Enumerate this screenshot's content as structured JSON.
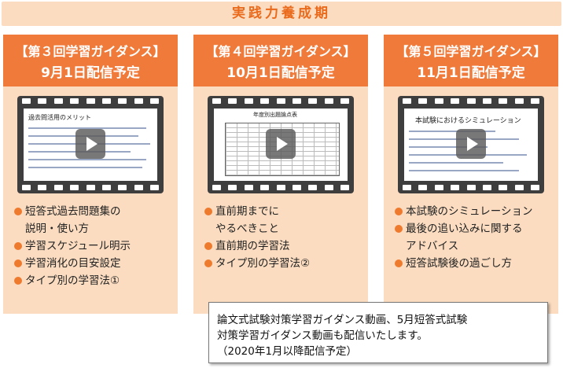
{
  "phase_title": "実践力養成期",
  "colors": {
    "accent": "#f07a3a",
    "panel": "#fbdcc0",
    "bullet": "#ee7a2e",
    "film": "#3e3e3e"
  },
  "columns": [
    {
      "heading": "【第３回学習ガイダンス】",
      "date": "9月1日配信予定",
      "slide_title": "過去問活用のメリット",
      "play_icon": "play-icon",
      "items": [
        "短答式過去問題集の",
        "説明・使い方",
        "学習スケジュール明示",
        "学習消化の目安設定",
        "タイプ別の学習法①"
      ],
      "bullets": [
        true,
        false,
        true,
        true,
        true
      ]
    },
    {
      "heading": "【第４回学習ガイダンス】",
      "date": "10月1日配信予定",
      "slide_title": "年度別出題論点表",
      "play_icon": "play-icon",
      "items": [
        "直前期までに",
        "やるべきこと",
        "直前期の学習法",
        "タイプ別の学習法②"
      ],
      "bullets": [
        true,
        false,
        true,
        true
      ]
    },
    {
      "heading": "【第５回学習ガイダンス】",
      "date": "11月1日配信予定",
      "slide_title": "本試験におけるシミュレーション",
      "play_icon": "play-icon",
      "items": [
        "本試験のシミュレーション",
        "最後の追い込みに関する",
        "アドバイス",
        "短答試験後の過ごし方"
      ],
      "bullets": [
        true,
        true,
        false,
        true
      ]
    }
  ],
  "note": {
    "line1": "論文式試験対策学習ガイダンス動画、5月短答式試験",
    "line2": "対策学習ガイダンス動画も配信いたします。",
    "line3": "（2020年1月以降配信予定）"
  }
}
